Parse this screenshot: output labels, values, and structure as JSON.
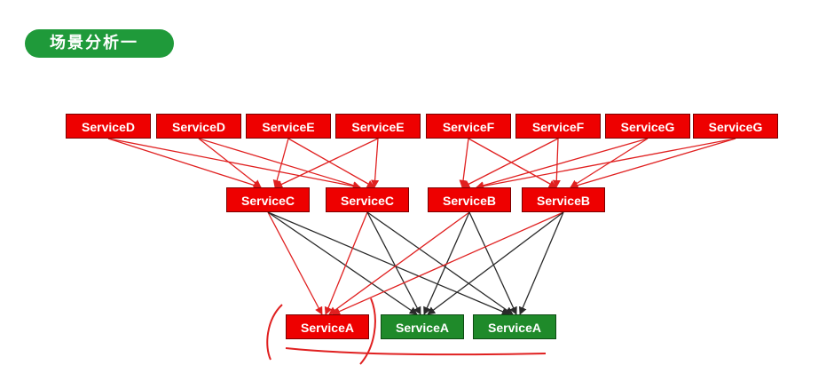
{
  "title": "场景分析一",
  "colors": {
    "red_node": "#ee0000",
    "green_node": "#1f8a2a",
    "red_arrow": "#e02020",
    "dark_arrow": "#2a2a2a",
    "title_bg": "#1f9a3a"
  },
  "top_row": [
    {
      "label": "ServiceD"
    },
    {
      "label": "ServiceD"
    },
    {
      "label": "ServiceE"
    },
    {
      "label": "ServiceE"
    },
    {
      "label": "ServiceF"
    },
    {
      "label": "ServiceF"
    },
    {
      "label": "ServiceG"
    },
    {
      "label": "ServiceG"
    }
  ],
  "mid_row": [
    {
      "label": "ServiceC"
    },
    {
      "label": "ServiceC"
    },
    {
      "label": "ServiceB"
    },
    {
      "label": "ServiceB"
    }
  ],
  "bottom_row": [
    {
      "label": "ServiceA",
      "status": "red"
    },
    {
      "label": "ServiceA",
      "status": "green"
    },
    {
      "label": "ServiceA",
      "status": "green"
    }
  ]
}
